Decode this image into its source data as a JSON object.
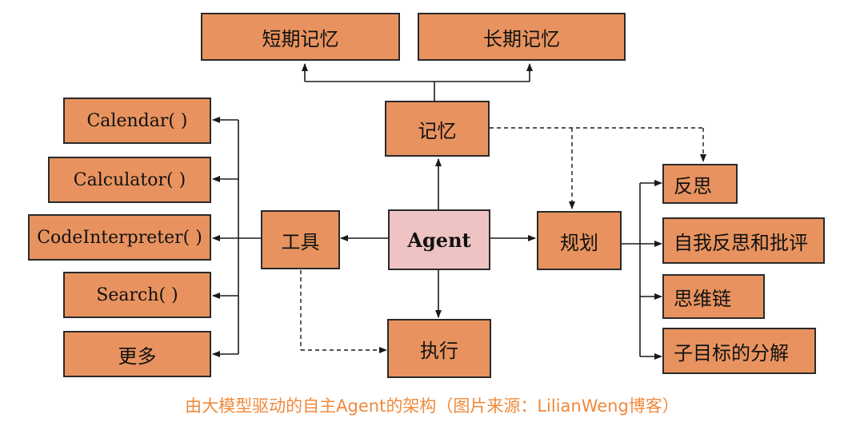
{
  "nodes": {
    "short_term_memory": "短期记忆",
    "long_term_memory": "长期记忆",
    "memory": "记忆",
    "calendar": "Calendar( )",
    "calculator": "Calculator( )",
    "code_interpreter": "CodeInterpreter( )",
    "search": "Search( )",
    "more": "更多",
    "tools": "工具",
    "agent": "Agent",
    "planning": "规划",
    "action": "执行",
    "reflection": "反思",
    "self_critique": "自我反思和批评",
    "chain_of_thought": "思维链",
    "subgoal_decomposition": "子目标的分解"
  },
  "caption": "由大模型驱动的自主Agent的架构（图片来源：LilianWeng博客）",
  "colors": {
    "node_fill": "#E8935F",
    "agent_fill": "#EFC3C3",
    "caption": "#F08A3C",
    "stroke": "#2a2a2a"
  }
}
